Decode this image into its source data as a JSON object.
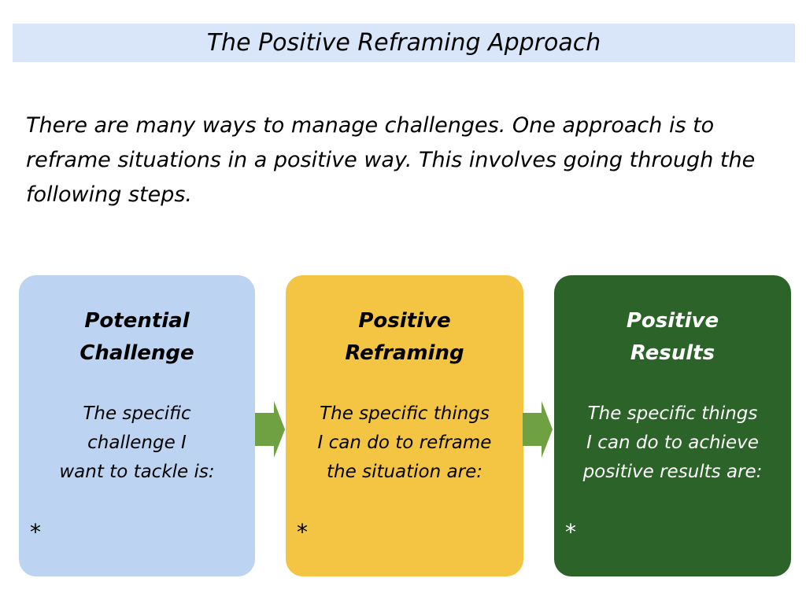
{
  "title_bar": {
    "title": "The Positive Reframing Approach"
  },
  "intro": {
    "lines": [
      "There are many ways to manage challenges. One approach is to",
      "reframe situations in a positive way. This involves going through the",
      "following steps."
    ]
  },
  "boxes": [
    {
      "id": "potential-challenge",
      "heading_lines": [
        "Potential",
        "Challenge"
      ],
      "body_lines": [
        "The specific",
        "challenge I",
        "want to tackle is:"
      ],
      "bullet": "*",
      "bg_color": "#bdd3f2",
      "text_color": "#000000"
    },
    {
      "id": "positive-reframing",
      "heading_lines": [
        "Positive",
        "Reframing"
      ],
      "body_lines": [
        "The specific things",
        "I can do to reframe",
        "the situation are:"
      ],
      "bullet": "*",
      "bg_color": "#f4c443",
      "text_color": "#000000"
    },
    {
      "id": "positive-results",
      "heading_lines": [
        "Positive",
        "Results"
      ],
      "body_lines": [
        "The specific things",
        "I can do to achieve",
        "positive results are:"
      ],
      "bullet": "*",
      "bg_color": "#2c6329",
      "text_color": "#ffffff"
    }
  ],
  "colors": {
    "page_bg": "#ffffff",
    "title_bar_bg": "#d9e6f9",
    "arrow": "#6fa041",
    "title_text": "#050505"
  }
}
